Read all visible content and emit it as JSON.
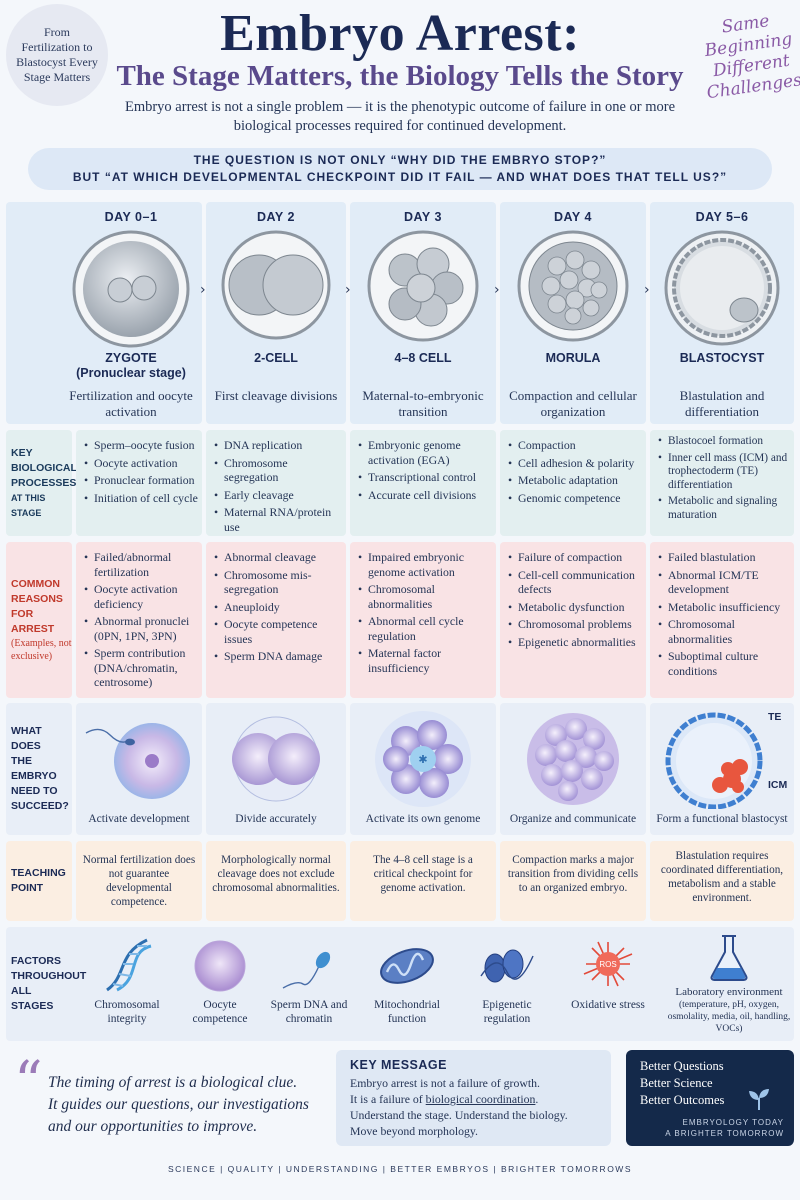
{
  "header": {
    "circle_text": "From Fertilization to Blastocyst Every Stage Matters",
    "title": "Embryo Arrest:",
    "subtitle": "The Stage Matters, the Biology Tells the Story",
    "script_text": "Same Beginning Different Challenges",
    "intro": "Embryo arrest is not a single problem — it is the phenotypic outcome of failure in one or more biological processes required for continued development.",
    "question_line1": "THE QUESTION IS NOT ONLY “WHY DID THE EMBRYO STOP?”",
    "question_line2": "BUT “AT WHICH DEVELOPMENTAL CHECKPOINT DID IT FAIL — AND WHAT DOES THAT TELL US?”"
  },
  "row_labels": {
    "bio_line1": "KEY",
    "bio_line2": "BIOLOGICAL",
    "bio_line3": "PROCESSES",
    "bio_line4": "AT THIS STAGE",
    "reasons_line1": "COMMON",
    "reasons_line2": "REASONS",
    "reasons_line3": "FOR ARREST",
    "reasons_note": "(Examples, not exclusive)",
    "succeed_line1": "WHAT DOES",
    "succeed_line2": "THE EMBRYO",
    "succeed_line3": "NEED TO",
    "succeed_line4": "SUCCEED?",
    "teach_line1": "TEACHING",
    "teach_line2": "POINT",
    "factors_line1": "FACTORS",
    "factors_line2": "THROUGHOUT",
    "factors_line3": "ALL STAGES"
  },
  "stages": [
    {
      "day": "DAY 0–1",
      "name": "ZYGOTE",
      "name2": "(Pronuclear stage)",
      "desc": "Fertilization and oocyte activation",
      "bio": [
        "Sperm–oocyte fusion",
        "Oocyte activation",
        "Pronuclear formation",
        "Initiation of cell cycle"
      ],
      "reasons": [
        "Failed/abnormal fertilization",
        "Oocyte activation deficiency",
        "Abnormal pronuclei (0PN, 1PN, 3PN)",
        "Sperm contribution (DNA/chromatin, centrosome)"
      ],
      "succeed": "Activate development",
      "teach": "Normal fertilization does not guarantee developmental competence."
    },
    {
      "day": "DAY 2",
      "name": "2-CELL",
      "name2": "",
      "desc": "First cleavage divisions",
      "bio": [
        "DNA replication",
        "Chromosome segregation",
        "Early cleavage",
        "Maternal RNA/protein use"
      ],
      "reasons": [
        "Abnormal cleavage",
        "Chromosome mis-segregation",
        "Aneuploidy",
        "Oocyte competence issues",
        "Sperm DNA damage"
      ],
      "succeed": "Divide accurately",
      "teach": "Morphologically normal cleavage does not exclude chromosomal abnormalities."
    },
    {
      "day": "DAY 3",
      "name": "4–8 CELL",
      "name2": "",
      "desc": "Maternal-to-embryonic transition",
      "bio": [
        "Embryonic genome activation (EGA)",
        "Transcriptional control",
        "Accurate cell divisions"
      ],
      "reasons": [
        "Impaired embryonic genome activation",
        "Chromosomal abnormalities",
        "Abnormal cell cycle regulation",
        "Maternal factor insufficiency"
      ],
      "succeed": "Activate its own genome",
      "teach": "The 4–8 cell stage is a critical checkpoint for genome activation."
    },
    {
      "day": "DAY 4",
      "name": "MORULA",
      "name2": "",
      "desc": "Compaction and cellular organization",
      "bio": [
        "Compaction",
        "Cell adhesion & polarity",
        "Metabolic adaptation",
        "Genomic competence"
      ],
      "reasons": [
        "Failure of compaction",
        "Cell-cell communication defects",
        "Metabolic dysfunction",
        "Chromosomal problems",
        "Epigenetic abnormalities"
      ],
      "succeed": "Organize and communicate",
      "teach": "Compaction marks a major transition from dividing cells to an organized embryo."
    },
    {
      "day": "DAY 5–6",
      "name": "BLASTOCYST",
      "name2": "",
      "desc": "Blastulation and differentiation",
      "bio": [
        "Blastocoel formation",
        "Inner cell mass (ICM) and trophectoderm (TE) differentiation",
        "Metabolic and signaling maturation"
      ],
      "reasons": [
        "Failed blastulation",
        "Abnormal ICM/TE development",
        "Metabolic insufficiency",
        "Chromosomal abnormalities",
        "Suboptimal culture conditions"
      ],
      "succeed": "Form a functional blastocyst",
      "teach": "Blastulation requires coordinated differentiation, metabolism and a stable environment.",
      "te_label": "TE",
      "icm_label": "ICM"
    }
  ],
  "factors": [
    {
      "label": "Chromosomal integrity",
      "icon": "dna-icon"
    },
    {
      "label": "Oocyte competence",
      "icon": "oocyte-icon"
    },
    {
      "label": "Sperm DNA and chromatin",
      "icon": "sperm-icon"
    },
    {
      "label": "Mitochondrial function",
      "icon": "mitochondria-icon"
    },
    {
      "label": "Epigenetic regulation",
      "icon": "nucleosome-icon"
    },
    {
      "label": "Oxidative stress",
      "icon": "ros-icon",
      "badge": "ROS"
    },
    {
      "label": "Laboratory environment",
      "sub": "(temperature, pH, oxygen, osmolality, media, oil, handling, VOCs)",
      "icon": "flask-icon"
    }
  ],
  "quote": {
    "mark": "“",
    "line1": "The timing of arrest is a biological clue.",
    "line2": "It guides our questions, our investigations",
    "line3": "and our opportunities to improve."
  },
  "key_message": {
    "heading": "KEY MESSAGE",
    "line1": "Embryo arrest is not a failure of growth.",
    "line2a": "It is a failure of ",
    "line2b": "biological coordination",
    "line2c": ".",
    "line3": "Understand the stage. Understand the biology.",
    "line4": "Move beyond morphology."
  },
  "dark_box": {
    "line1": "Better Questions",
    "line2": "Better Science",
    "line3": "Better Outcomes",
    "brand1": "EMBRYOLOGY TODAY",
    "brand2": "A BRIGHTER TOMORROW"
  },
  "footer": "SCIENCE  |  QUALITY  |  UNDERSTANDING  |  BETTER EMBRYOS  |  BRIGHTER TOMORROWS",
  "colors": {
    "navy": "#1b2a55",
    "purple": "#5a4a8c",
    "reasons_red": "#c0392b",
    "dark_box": "#14294a"
  }
}
